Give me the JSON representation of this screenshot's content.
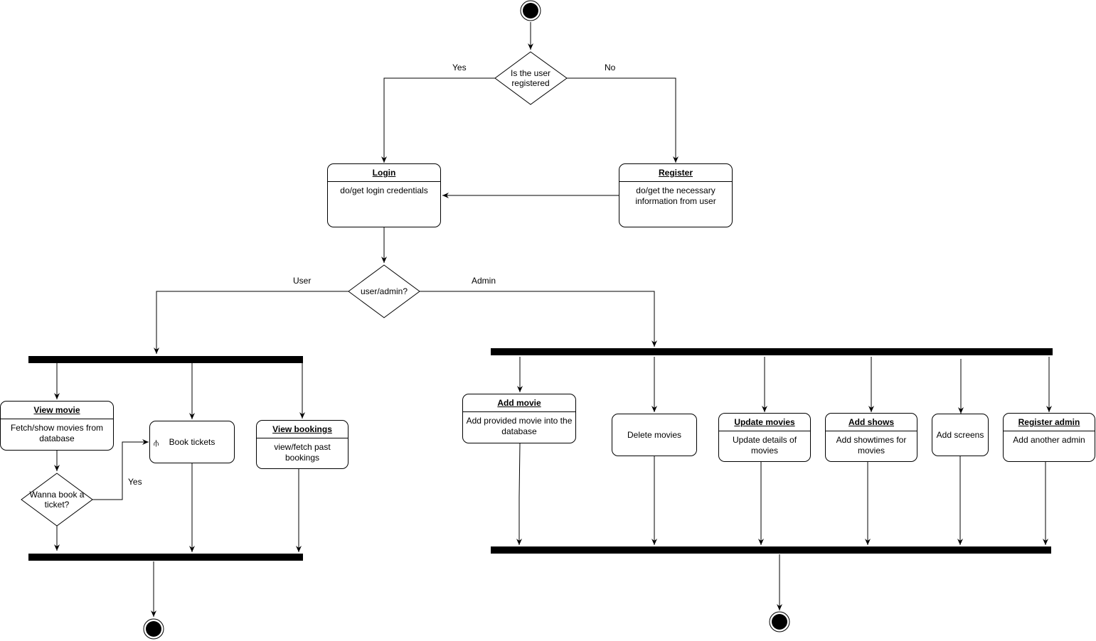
{
  "decisions": {
    "registered": "Is the user registered",
    "role": "user/admin?",
    "book": "Wanna book a ticket?"
  },
  "labels": {
    "yes": "Yes",
    "no": "No",
    "user": "User",
    "admin": "Admin",
    "yes_book": "Yes"
  },
  "login": {
    "title": "Login",
    "body": "do/get login credentials"
  },
  "register": {
    "title": "Register",
    "body": "do/get the necessary information from user"
  },
  "user_actions": {
    "view_movie": {
      "title": "View movie",
      "body": "Fetch/show movies from database"
    },
    "book_tickets": "Book tickets",
    "view_bookings": {
      "title": "View bookings",
      "body": "view/fetch past bookings"
    }
  },
  "admin_actions": {
    "add_movie": {
      "title": "Add movie",
      "body": "Add provided movie into the database"
    },
    "delete_movies": "Delete movies",
    "update_movies": {
      "title": "Update movies",
      "body": "Update details of movies"
    },
    "add_shows": {
      "title": "Add shows",
      "body": "Add showtimes for movies"
    },
    "add_screens": "Add screens",
    "register_admin": {
      "title": "Register admin",
      "body": "Add another admin"
    }
  },
  "icons": {
    "fork": "rake-icon"
  }
}
